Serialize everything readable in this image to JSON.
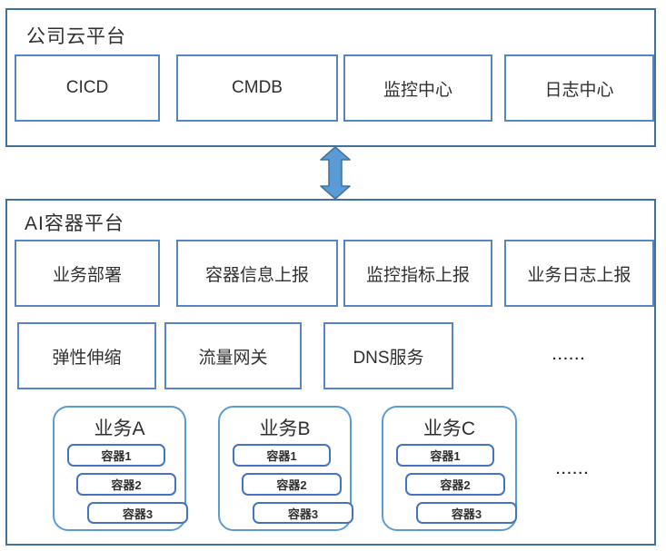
{
  "top_platform": {
    "title": "公司云平台",
    "boxes": [
      "CICD",
      "CMDB",
      "监控中心",
      "日志中心"
    ]
  },
  "ai_platform": {
    "title": "AI容器平台",
    "row1": [
      "业务部署",
      "容器信息上报",
      "监控指标上报",
      "业务日志上报"
    ],
    "row2": [
      "弹性伸缩",
      "流量网关",
      "DNS服务"
    ],
    "row2_ellipsis": "......",
    "services": [
      {
        "title": "业务A",
        "containers": [
          "容器1",
          "容器2",
          "容器3"
        ]
      },
      {
        "title": "业务B",
        "containers": [
          "容器1",
          "容器2",
          "容器3"
        ]
      },
      {
        "title": "业务C",
        "containers": [
          "容器1",
          "容器2",
          "容器3"
        ]
      }
    ],
    "services_ellipsis": "......"
  },
  "connector": {
    "type": "bidirectional-vertical-arrow"
  },
  "colors": {
    "outer_border": "#41719c",
    "inner_box_border": "#5585c5",
    "service_box_border": "#5b9bd5",
    "container_box_border": "#4472c4",
    "arrow_fill": "#5b9bd5",
    "arrow_stroke": "#41719c",
    "text": "#2f2f2f"
  }
}
